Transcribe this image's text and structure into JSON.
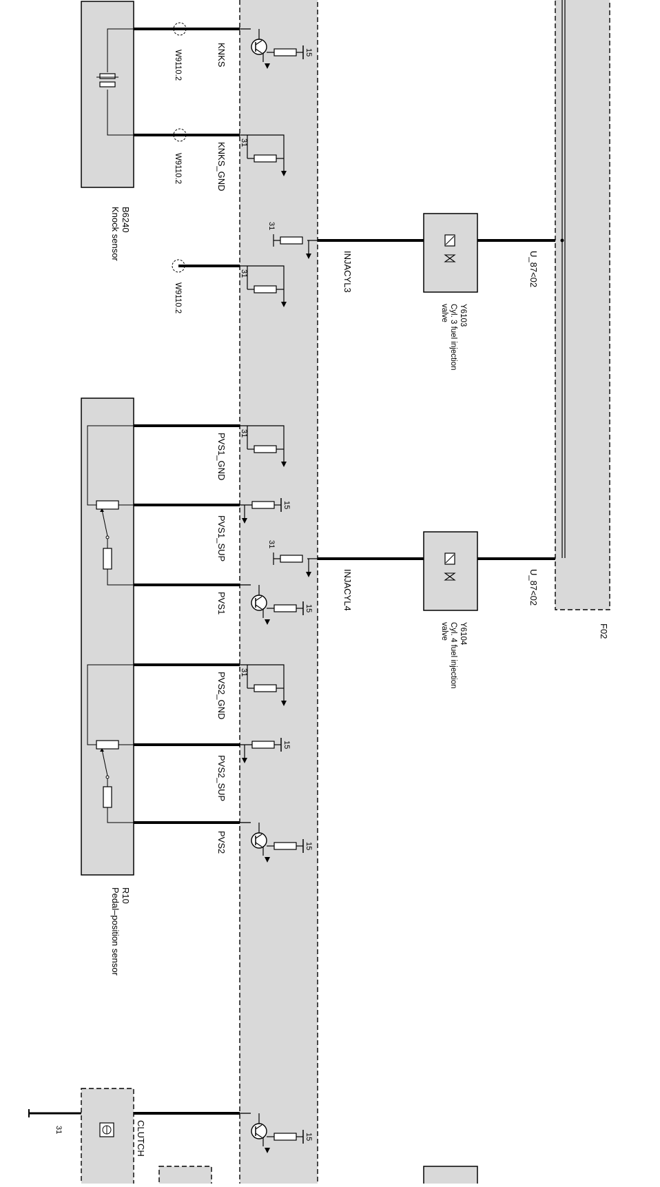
{
  "diagram": {
    "ecu_ref": "F02",
    "components": [
      {
        "code": "B6240",
        "name": "Knock sensor"
      },
      {
        "code": "R10",
        "name": "Pedal–position sensor"
      },
      {
        "code": "Y6103",
        "name": "Cyl. 3 fuel injection",
        "name2": "valve"
      },
      {
        "code": "Y6104",
        "name": "Cyl. 4 fuel injection",
        "name2": "valve"
      }
    ],
    "signals": {
      "knks": "KNKS",
      "knks_gnd": "KNKS_GND",
      "injacyl3": "INJACYL3",
      "injacyl4": "INJACYL4",
      "pvs1_gnd": "PVS1_GND",
      "pvs1_sup": "PVS1_SUP",
      "pvs1": "PVS1",
      "pvs2_gnd": "PVS2_GND",
      "pvs2_sup": "PVS2_SUP",
      "pvs2": "PVS2",
      "clutch": "CLUTCH",
      "u87_a": "U_87<02",
      "u87_b": "U_87<02"
    },
    "shield_refs": [
      "W9110.2",
      "W9110.2",
      "W9110.2"
    ],
    "terminals": {
      "t15": "15",
      "t31": "31"
    }
  }
}
